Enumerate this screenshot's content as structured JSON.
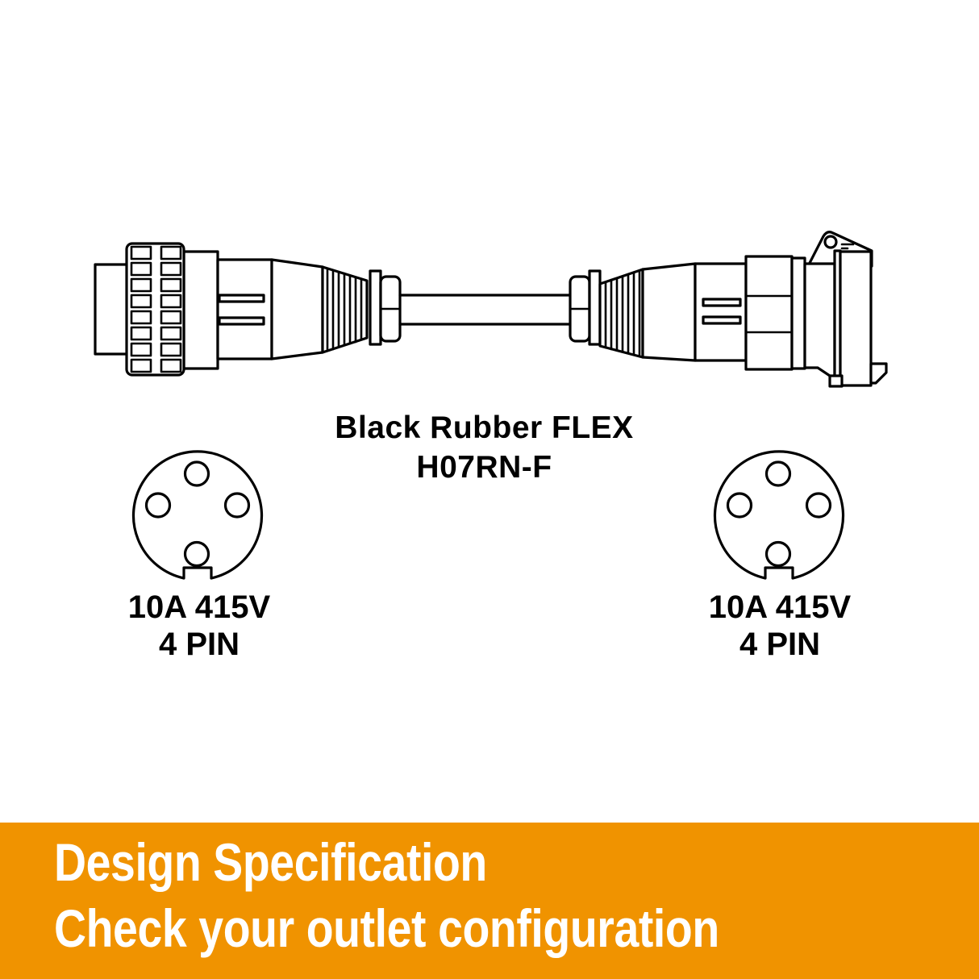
{
  "page": {
    "background_color": "#FFFFFF",
    "line_color": "#000000"
  },
  "diagram": {
    "cable": {
      "label_line1": "Black Rubber FLEX",
      "label_line2": "H07RN-F"
    },
    "left_connector": {
      "kind": "plug side view",
      "rating": "10A 415V",
      "pin_count": "4 PIN",
      "pins": 4
    },
    "right_connector": {
      "kind": "socket side view",
      "rating": "10A 415V",
      "pin_count": "4 PIN",
      "pins": 4
    }
  },
  "banner": {
    "line1": "Design Specification",
    "line2": "Check your outlet configuration",
    "background_color": "#F09300",
    "text_color": "#FFFFFF"
  }
}
